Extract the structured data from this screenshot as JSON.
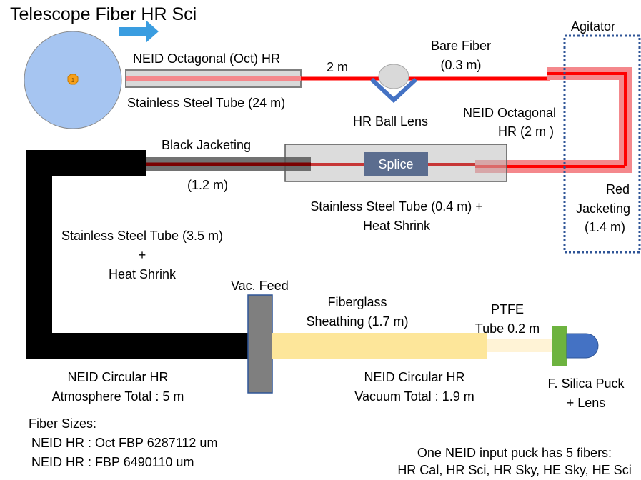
{
  "title": "Telescope Fiber HR Sci",
  "labels": {
    "oct_hr": "NEID Octagonal (Oct) HR",
    "steel_tube_24": "Stainless Steel Tube (24 m)",
    "two_m": "2 m",
    "bare_fiber": "Bare Fiber",
    "bare_fiber_len": "(0.3 m)",
    "ball_lens": "HR Ball Lens",
    "agitator": "Agitator",
    "oct_hr_2m_line1": "NEID Octagonal",
    "oct_hr_2m_line2": "HR (2 m )",
    "black_jacketing": "Black Jacketing",
    "black_jacketing_len": "(1.2 m)",
    "splice": "Splice",
    "steel_tube_04_line1": "Stainless Steel Tube (0.4 m) +",
    "steel_tube_04_line2": "Heat Shrink",
    "red_jacketing_line1": "Red",
    "red_jacketing_line2": "Jacketing",
    "red_jacketing_line3": "(1.4 m)",
    "steel_tube_35_line1": "Stainless Steel Tube (3.5 m)",
    "steel_tube_35_line2": "+",
    "steel_tube_35_line3": "Heat Shrink",
    "vac_feed": "Vac. Feed",
    "fiberglass_line1": "Fiberglass",
    "fiberglass_line2": "Sheathing (1.7 m)",
    "ptfe_line1": "PTFE",
    "ptfe_line2": "Tube 0.2 m",
    "circ_atm_line1": "NEID Circular HR",
    "circ_atm_line2": "Atmosphere Total : 5 m",
    "circ_vac_line1": "NEID Circular HR",
    "circ_vac_line2": "Vacuum Total : 1.9 m",
    "puck_line1": "F. Silica Puck",
    "puck_line2": "+ Lens",
    "fiber_sizes_title": "Fiber Sizes:",
    "fiber_size_1": "NEID HR : Oct FBP 6287112 um",
    "fiber_size_2": "NEID HR : FBP 6490110 um",
    "puck_note_line1": "One NEID input puck has 5 fibers:",
    "puck_note_line2": "HR Cal, HR Sci, HR Sky, HE Sky, HE Sci"
  },
  "colors": {
    "telescope": "#a6c5f1",
    "arrow": "#3a9de0",
    "fiber_red": "#ff0000",
    "jacket_light_red": "#f4888c",
    "black_jacket": "#000000",
    "vac_feed": "#7f7f7f",
    "fiberglass": "#fde69a",
    "ptfe": "#fff3d6",
    "puck_green": "#6db33f",
    "lens_blue": "#4472c4",
    "agitator_border": "#2f5597",
    "splice_box": "#5b6d8f"
  }
}
